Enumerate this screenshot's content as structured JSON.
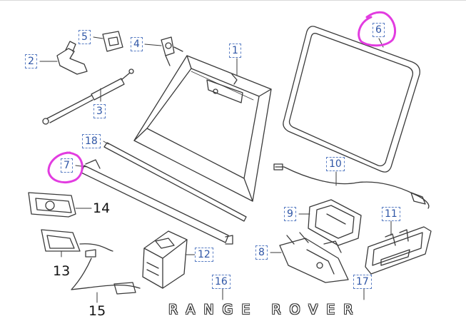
{
  "callouts": {
    "c1": "1",
    "c2": "2",
    "c3": "3",
    "c4": "4",
    "c5": "5",
    "c6": "6",
    "c7": "7",
    "c8": "8",
    "c9": "9",
    "c10": "10",
    "c11": "11",
    "c12": "12",
    "c16": "16",
    "c17": "17",
    "c18": "18"
  },
  "plain_labels": {
    "l13": "13",
    "l14": "14",
    "l15": "15"
  },
  "brand_text": "RANGE ROVER",
  "colors": {
    "line": "#3a3a3a",
    "callout_border": "#5a7ec4",
    "callout_text": "#2f56a6",
    "highlight": "#e23ce0"
  }
}
